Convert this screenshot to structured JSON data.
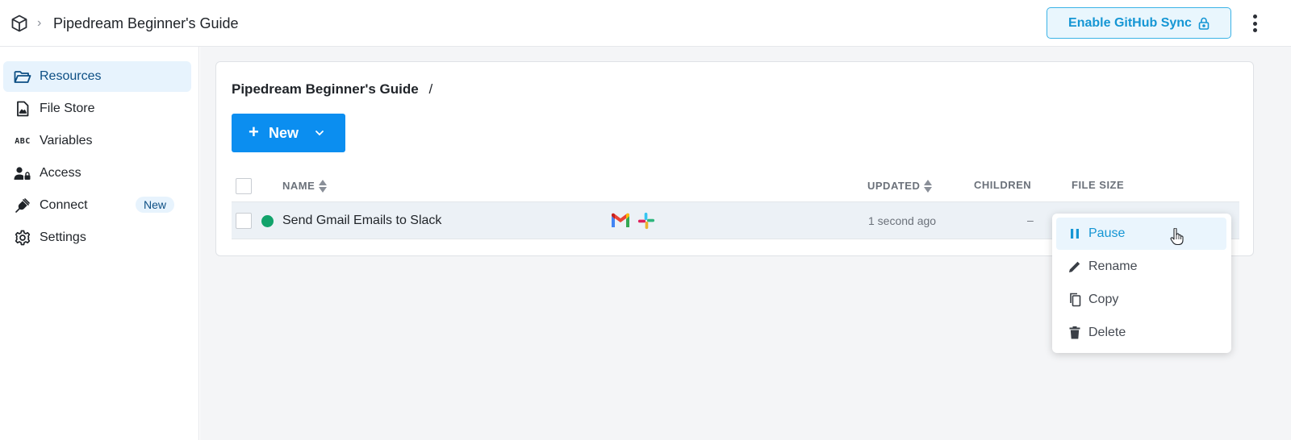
{
  "header": {
    "logo_icon": "cube-icon",
    "separator": "›",
    "title": "Pipedream Beginner's Guide",
    "github_button": "Enable GitHub Sync",
    "github_icon": "lock-icon",
    "more_icon": "kebab-icon"
  },
  "sidebar": {
    "items": [
      {
        "label": "Resources",
        "icon": "folder-icon",
        "active": true
      },
      {
        "label": "File Store",
        "icon": "file-icon"
      },
      {
        "label": "Variables",
        "icon": "abc-icon",
        "icon_text": "ABC"
      },
      {
        "label": "Access",
        "icon": "user-lock-icon"
      },
      {
        "label": "Connect",
        "icon": "plug-icon",
        "badge": "New"
      },
      {
        "label": "Settings",
        "icon": "gear-icon"
      }
    ]
  },
  "main": {
    "breadcrumb": {
      "name": "Pipedream Beginner's Guide",
      "separator": "/"
    },
    "new_button": {
      "plus": "+",
      "label": "New"
    },
    "table": {
      "columns": {
        "name": "NAME",
        "updated": "UPDATED",
        "children": "CHILDREN",
        "file_size": "FILE SIZE"
      },
      "rows": [
        {
          "status": "active",
          "status_color": "#12a36b",
          "name": "Send Gmail Emails to Slack",
          "apps": [
            "gmail-icon",
            "slack-icon"
          ],
          "updated": "1 second ago",
          "children": "–"
        }
      ]
    }
  },
  "context_menu": {
    "items": [
      {
        "label": "Pause",
        "icon": "pause-icon",
        "hover": true
      },
      {
        "label": "Rename",
        "icon": "pencil-icon"
      },
      {
        "label": "Copy",
        "icon": "copy-icon"
      },
      {
        "label": "Delete",
        "icon": "trash-icon"
      }
    ]
  },
  "colors": {
    "accent": "#0b8ef0",
    "github_text": "#1596d4",
    "active_nav_bg": "#e7f3fd",
    "row_bg": "#ecf1f6"
  }
}
